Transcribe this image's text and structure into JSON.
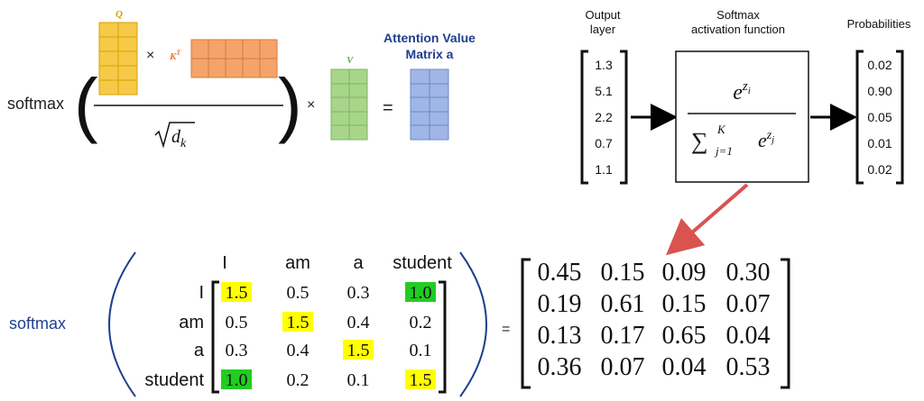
{
  "attention_formula": {
    "softmax_label": "softmax",
    "q_label": "Q",
    "kt_label": "K",
    "kt_sup": "T",
    "v_label": "V",
    "sqrt_dk_label": "d",
    "sqrt_dk_sub": "k",
    "times1": "×",
    "times2": "×",
    "equals": "=",
    "attention_title_line1": "Attention Value",
    "attention_title_line2": "Matrix a",
    "colors": {
      "q": "#f7c948",
      "kt": "#f4a46a",
      "v": "#a8d58b",
      "a": "#9fb6e6",
      "title": "#1f3f8f"
    }
  },
  "softmax_fn": {
    "output_label_line1": "Output",
    "output_label_line2": "layer",
    "softmax_label_line1": "Softmax",
    "softmax_label_line2": "activation function",
    "prob_label": "Probabilities",
    "inputs": [
      "1.3",
      "5.1",
      "2.2",
      "0.7",
      "1.1"
    ],
    "outputs": [
      "0.02",
      "0.90",
      "0.05",
      "0.01",
      "0.02"
    ],
    "num_e": "e",
    "num_sup": "z",
    "num_sup_sub": "i",
    "den_sum": "∑",
    "den_sum_sup": "K",
    "den_sum_sub": "j=1",
    "den_e": "e",
    "den_sup": "z",
    "den_sup_sub": "j"
  },
  "matrix_example": {
    "softmax_label": "softmax",
    "col_headers": [
      "I",
      "am",
      "a",
      "student"
    ],
    "row_headers": [
      "I",
      "am",
      "a",
      "student"
    ],
    "scores": [
      [
        "1.5",
        "0.5",
        "0.3",
        "1.0"
      ],
      [
        "0.5",
        "1.5",
        "0.4",
        "0.2"
      ],
      [
        "0.3",
        "0.4",
        "1.5",
        "0.1"
      ],
      [
        "1.0",
        "0.2",
        "0.1",
        "1.5"
      ]
    ],
    "equals": "=",
    "result": [
      [
        "0.45",
        "0.15",
        "0.09",
        "0.30"
      ],
      [
        "0.19",
        "0.61",
        "0.15",
        "0.07"
      ],
      [
        "0.13",
        "0.17",
        "0.65",
        "0.04"
      ],
      [
        "0.36",
        "0.07",
        "0.04",
        "0.53"
      ]
    ],
    "arrow_color": "#d9534f"
  }
}
